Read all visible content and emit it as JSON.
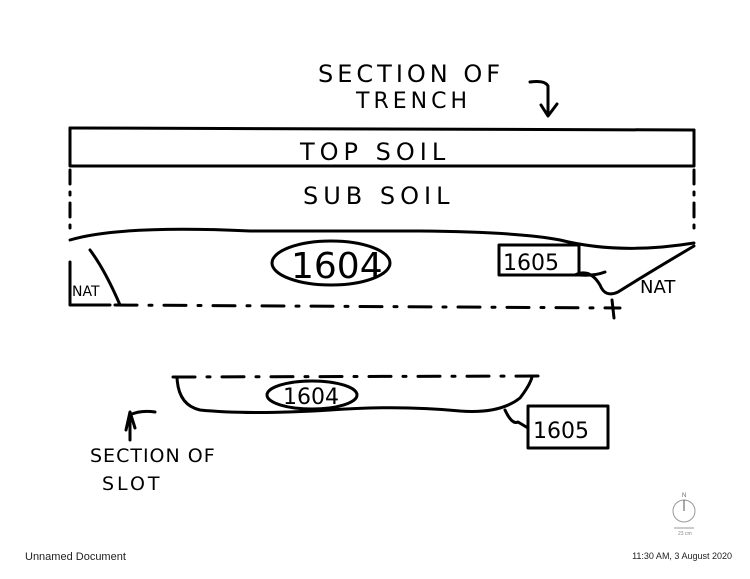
{
  "drawing": {
    "trench_caption_line1": "SECTION OF",
    "trench_caption_line2": "TRENCH",
    "topsoil_label": "TOP SOIL",
    "subsoil_label": "SUB SOIL",
    "fill_1604_label": "1604",
    "fill_1605_label": "1605",
    "nat_left_label": "NAT",
    "nat_right_label": "NAT",
    "slot_fill_1604_label": "1604",
    "slot_fill_1605_label": "1605",
    "slot_caption_line1": "SECTION OF",
    "slot_caption_line2": "SLOT"
  },
  "compass": {
    "north_label": "N",
    "scale_label": "23 cm"
  },
  "footer": {
    "document_title": "Unnamed Document",
    "timestamp": "11:30 AM, 3 August 2020"
  }
}
